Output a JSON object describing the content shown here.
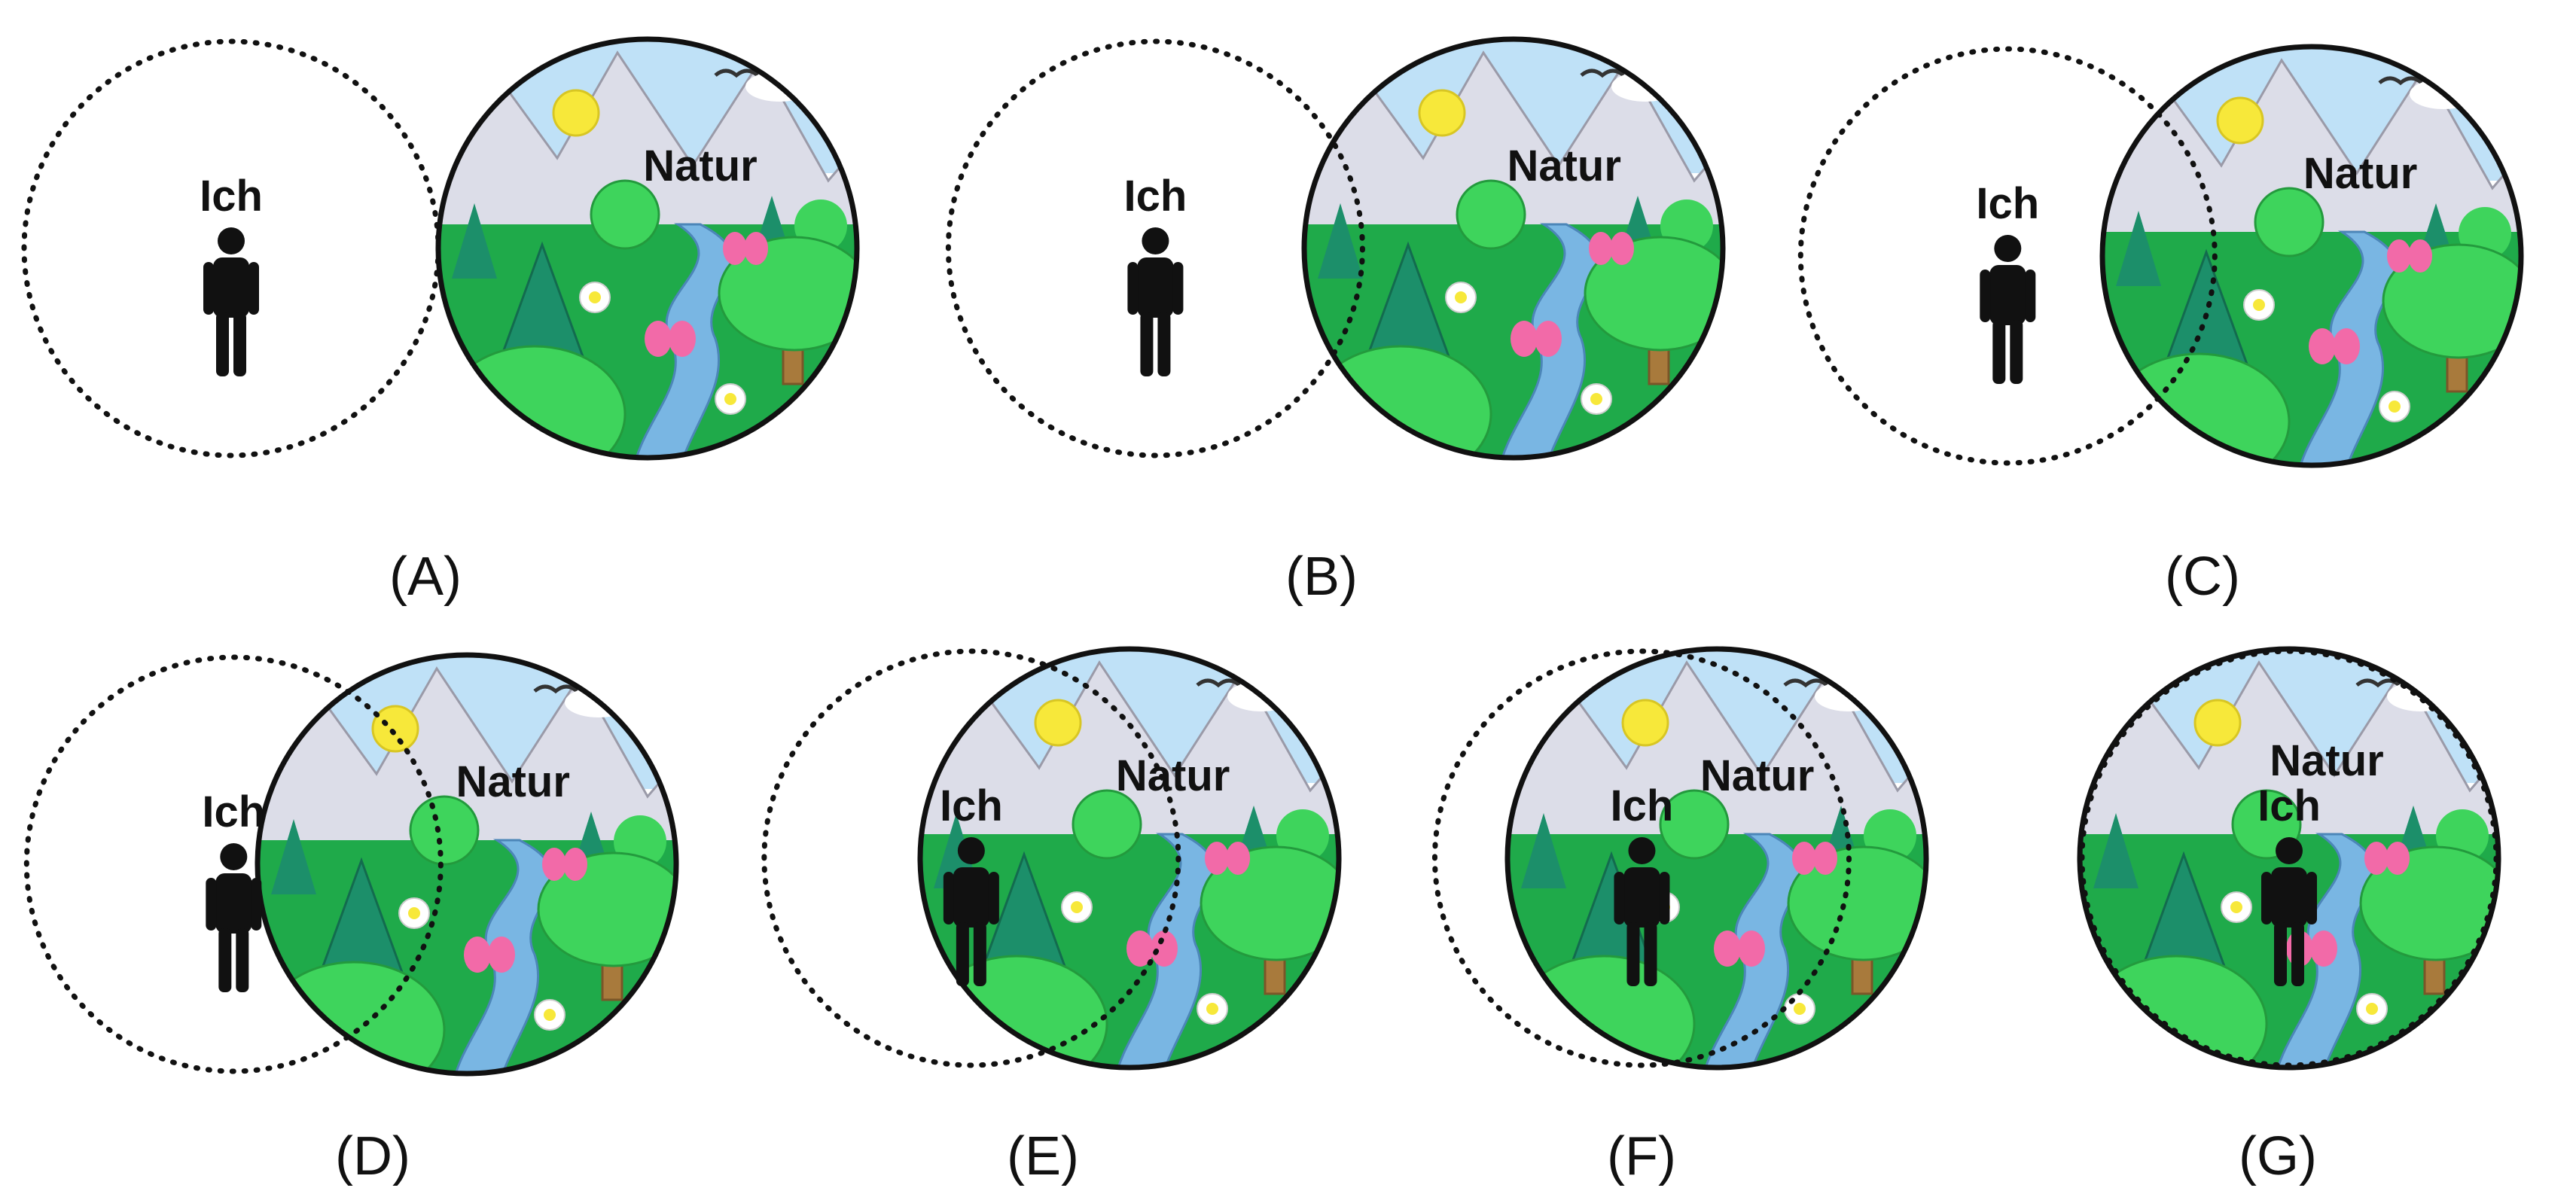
{
  "labels": {
    "self": "Ich",
    "nature": "Natur"
  },
  "panels": [
    {
      "id": "A",
      "caption": "(A)",
      "overlap": 0.0
    },
    {
      "id": "B",
      "caption": "(B)",
      "overlap": 0.14
    },
    {
      "id": "C",
      "caption": "(C)",
      "overlap": 0.27
    },
    {
      "id": "D",
      "caption": "(D)",
      "overlap": 0.44
    },
    {
      "id": "E",
      "caption": "(E)",
      "overlap": 0.62
    },
    {
      "id": "F",
      "caption": "(F)",
      "overlap": 0.82
    },
    {
      "id": "G",
      "caption": "(G)",
      "overlap": 1.0
    }
  ],
  "colors": {
    "grass": "#1faa4a",
    "sky": "#bfe1f7",
    "mountain": "#dcdde8",
    "sun": "#f7e83a",
    "river": "#79b6e3",
    "tree_light": "#3ed45c",
    "tree_dark": "#1c8f6a",
    "trunk": "#a87a3c",
    "butterfly": "#f26aa8",
    "flower": "#ffffff",
    "figure": "#111111",
    "outline": "#111111"
  }
}
